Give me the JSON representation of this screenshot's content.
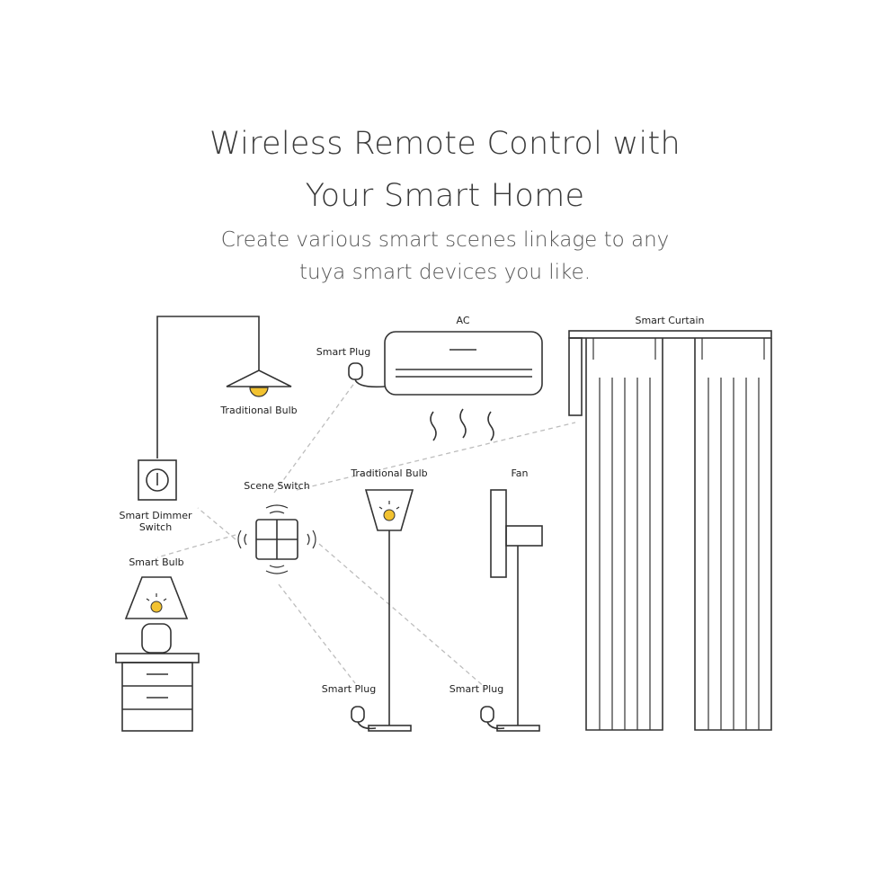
{
  "header": {
    "title_line1": "Wireless Remote Control with",
    "title_line2": "Your Smart Home",
    "subtitle_line1": "Create various smart scenes linkage to any",
    "subtitle_line2": "tuya smart devices you like."
  },
  "labels": {
    "ac": "AC",
    "smart_curtain": "Smart Curtain",
    "smart_plug_ac": "Smart Plug",
    "traditional_bulb_ceiling": "Traditional Bulb",
    "scene_switch": "Scene Switch",
    "traditional_bulb_floor": "Traditional Bulb",
    "fan": "Fan",
    "smart_dimmer_line1": "Smart Dimmer",
    "smart_dimmer_line2": "Switch",
    "smart_bulb": "Smart Bulb",
    "smart_plug_floor_lamp": "Smart Plug",
    "smart_plug_fan": "Smart Plug"
  },
  "colors": {
    "line": "#333333",
    "dashed_link": "#bdbdbd",
    "bulb_yellow": "#f2c230",
    "background": "#ffffff"
  }
}
